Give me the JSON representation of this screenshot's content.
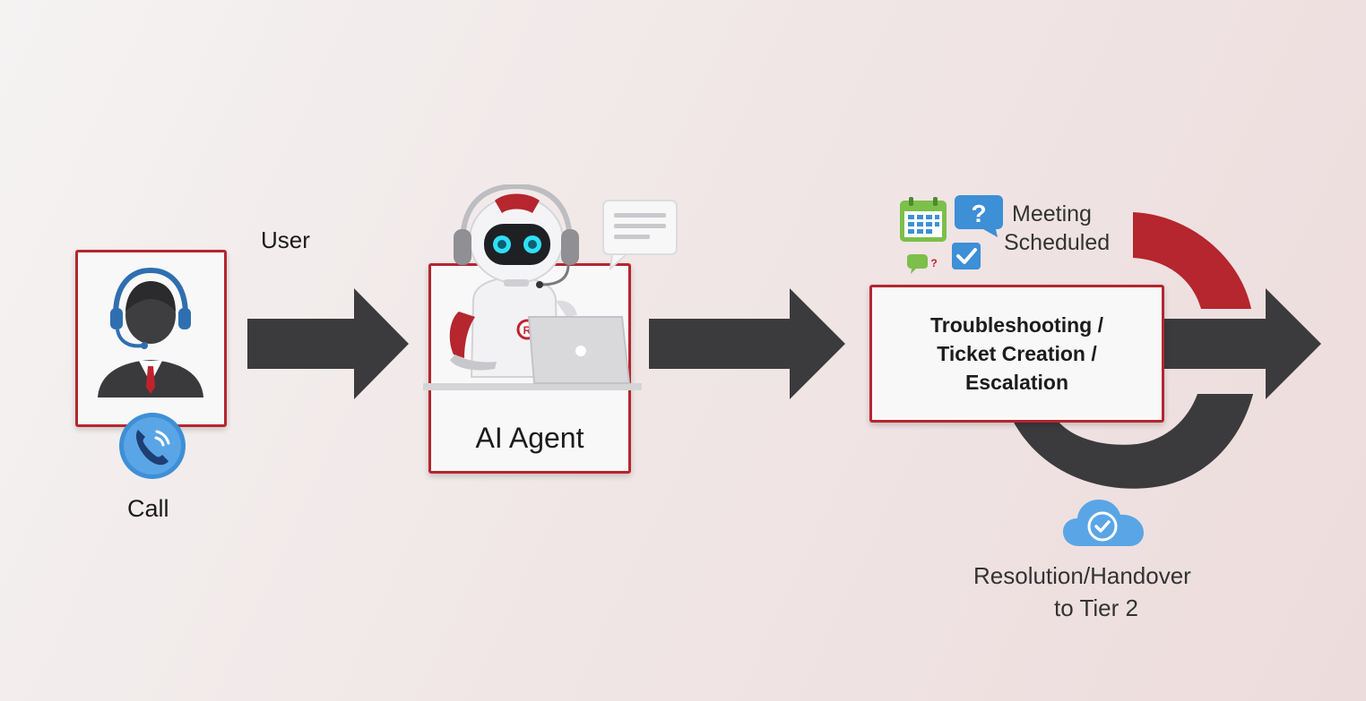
{
  "flow": {
    "user_label": "User",
    "call_label": "Call",
    "ai_agent_label": "AI Agent",
    "process_box": {
      "lines": [
        "Troubleshooting /",
        "Ticket Creation /",
        "Escalation"
      ]
    },
    "meeting_label": [
      "Meeting",
      "Scheduled"
    ],
    "resolution_label": [
      "Resolution/Handover",
      "to Tier 2"
    ]
  },
  "icons": {
    "user": "user-headset-icon",
    "call": "phone-icon",
    "robot": "robot-agent-icon",
    "chat": "chat-bubble-icon",
    "calendar": "calendar-icon",
    "question": "question-bubble-icon",
    "check": "checkbox-icon",
    "resolution": "cloud-check-icon"
  },
  "colors": {
    "accent_red": "#b5262e",
    "arrow_dark": "#3b3b3d",
    "icon_blue": "#3d8fd6",
    "icon_green": "#7cbf4a"
  }
}
